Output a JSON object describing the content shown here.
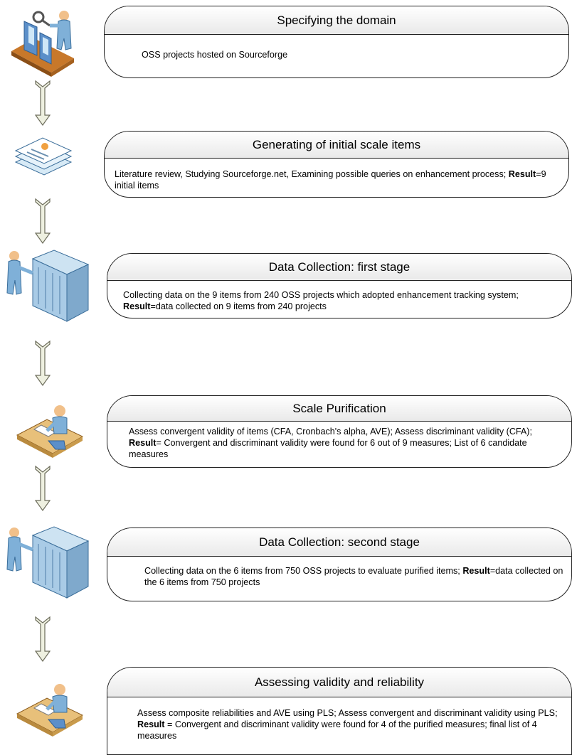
{
  "steps": [
    {
      "title": "Specifying the domain",
      "body_pre": "OSS projects hosted on Sourceforge",
      "result_label": "",
      "body_post": "",
      "icon": "conveyor-inspection-icon"
    },
    {
      "title": "Generating of initial scale items",
      "body_pre": "Literature review, Studying Sourceforge.net, Examining possible queries on enhancement process; ",
      "result_label": "Result",
      "body_post": "=9 initial items",
      "icon": "documents-stack-icon"
    },
    {
      "title": "Data Collection: first stage",
      "body_pre": "Collecting data on the 9 items from 240 OSS projects which adopted enhancement tracking system; ",
      "result_label": "Result",
      "body_post": "=data collected on 9 items from 240 projects",
      "icon": "server-rack-person-icon"
    },
    {
      "title": "Scale Purification",
      "body_pre": "Assess convergent validity of items (CFA, Cronbach's alpha, AVE); Assess discriminant validity (CFA); ",
      "result_label": "Result",
      "body_post": "= Convergent and discriminant validity were found for 6 out of 9 measures; List of 6 candidate measures",
      "icon": "person-at-desk-icon"
    },
    {
      "title": "Data Collection: second stage",
      "body_pre": "Collecting data on the 6 items from 750 OSS projects to evaluate purified items; ",
      "result_label": "Result",
      "body_post": "=data collected on the 6 items from 750 projects",
      "icon": "server-rack-person-icon"
    },
    {
      "title": "Assessing validity and reliability",
      "body_pre": "Assess composite reliabilities and AVE using PLS; Assess  convergent and discriminant  validity using PLS; ",
      "result_label": "Result",
      "body_post": " = Convergent and discriminant validity were found for 4 of the purified measures; final list of 4 measures",
      "icon": "person-at-desk-icon"
    }
  ]
}
